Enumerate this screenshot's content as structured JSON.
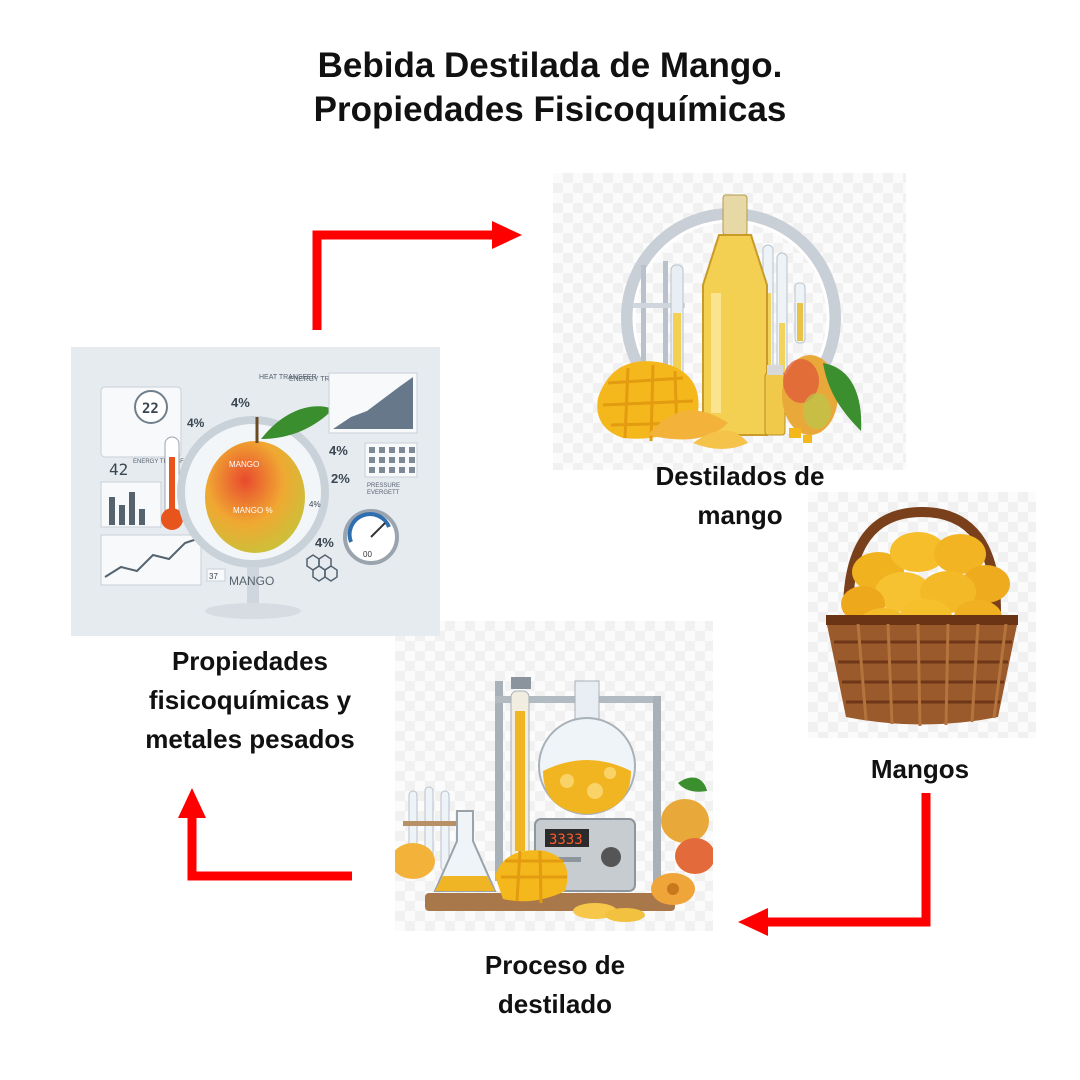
{
  "title": {
    "line1": "Bebida Destilada de Mango.",
    "line2": "Propiedades Fisicoquímicas"
  },
  "nodes": [
    {
      "label_line1": "Destilados de",
      "label_line2": "mango"
    },
    {
      "label_line1": "Mangos"
    },
    {
      "label_line1": "Proceso de",
      "label_line2": "destilado"
    },
    {
      "label_line1": "Propiedades",
      "label_line2": "fisicoquímicas y",
      "label_line3": "metales pesados"
    }
  ],
  "dashboard": {
    "readouts": [
      "22",
      "42",
      "4%",
      "4%",
      "4%",
      "2%",
      "4%",
      "4%"
    ],
    "chip_labels": [
      "HEAT TRANSFER",
      "ENERGY TRANSFER",
      "ENERGY TRANSF",
      "PRESSURE",
      "EVERGETT"
    ],
    "mango_labels": [
      "MANGO",
      "MANGO %",
      "MANGO"
    ],
    "gauge_value": "00",
    "badge": "37"
  },
  "distiller_display": "3333",
  "colors": {
    "arrow": "#ff0000",
    "mango_yellow": "#f5b81c",
    "mango_red": "#e0472b",
    "basket": "#8a4b22",
    "liquid": "#f3cf52"
  },
  "icons": [
    "arrow-right-icon",
    "arrow-down-left-icon",
    "arrow-up-icon"
  ]
}
